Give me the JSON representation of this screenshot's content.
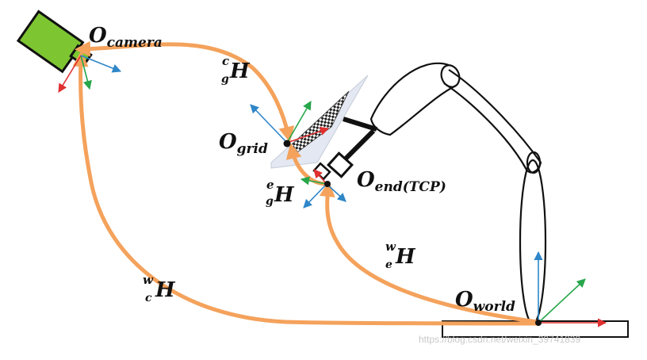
{
  "colors": {
    "transform_arc": "#f4a25c",
    "axis_red": "#e03030",
    "axis_green": "#27a64a",
    "axis_blue": "#2f86c8",
    "camera_body": "#7dc531",
    "outline": "#111111"
  },
  "frames": {
    "camera": {
      "base": "O",
      "subscript": "camera"
    },
    "grid": {
      "base": "O",
      "subscript": "grid"
    },
    "end": {
      "base": "O",
      "subscript": "end(TCP)"
    },
    "world": {
      "base": "O",
      "subscript": "world"
    }
  },
  "transforms": {
    "camera_grid": {
      "base": "H",
      "sup": "c",
      "sub": "g"
    },
    "end_grid": {
      "base": "H",
      "sup": "e",
      "sub": "g"
    },
    "world_end": {
      "base": "H",
      "sup": "w",
      "sub": "e"
    },
    "world_camera": {
      "base": "H",
      "sup": "w",
      "sub": "c"
    }
  },
  "watermark": "https://blog.csdn.net/weixin_39741839"
}
